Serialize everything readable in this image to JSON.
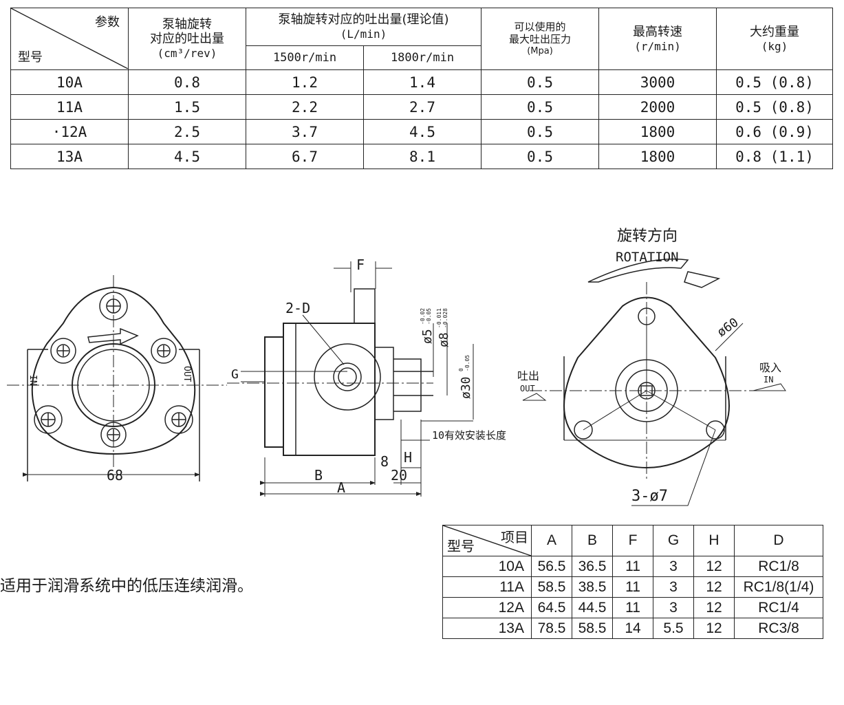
{
  "spec_table": {
    "corner_top": "参数",
    "corner_bottom": "型号",
    "col_displacement": [
      "泵轴旋转",
      "对应的吐出量",
      "(cm³/rev)"
    ],
    "col_output": [
      "泵轴旋转对应的吐出量(理论值)",
      "(L/min)"
    ],
    "col_output_sub": [
      "1500r/min",
      "1800r/min"
    ],
    "col_pressure": [
      "可以使用的",
      "最大吐出压力",
      "(Mpa)"
    ],
    "col_speed": [
      "最高转速",
      "(r/min)"
    ],
    "col_weight": [
      "大约重量",
      "(kg)"
    ],
    "rows": [
      {
        "model": "10A",
        "disp": "0.8",
        "q1500": "1.2",
        "q1800": "1.4",
        "pressure": "0.5",
        "speed": "3000",
        "weight": "0.5 (0.8)"
      },
      {
        "model": "11A",
        "disp": "1.5",
        "q1500": "2.2",
        "q1800": "2.7",
        "pressure": "0.5",
        "speed": "2000",
        "weight": "0.5 (0.8)"
      },
      {
        "model": "·12A",
        "disp": "2.5",
        "q1500": "3.7",
        "q1800": "4.5",
        "pressure": "0.5",
        "speed": "1800",
        "weight": "0.6 (0.9)"
      },
      {
        "model": "13A",
        "disp": "4.5",
        "q1500": "6.7",
        "q1800": "8.1",
        "pressure": "0.5",
        "speed": "1800",
        "weight": "0.8 (1.1)"
      }
    ]
  },
  "drawing": {
    "rotation_cn": "旋转方向",
    "rotation_en": "ROTATION",
    "label_2d": "2-D",
    "label_f": "F",
    "label_g": "G",
    "label_b": "B",
    "label_a": "A",
    "label_h": "H",
    "label_8": "8",
    "label_20": "20",
    "label_68": "68",
    "label_phi5": "ø5",
    "label_phi8": "ø8",
    "label_phi30": "ø30",
    "tol_phi5": [
      "-0.02",
      "-0.05"
    ],
    "tol_phi8": [
      "-0.011",
      "-0.028"
    ],
    "tol_phi30": [
      "0",
      "-0.05"
    ],
    "label_mount": "10有效安装长度",
    "label_phi60": "ø60",
    "label_3phi7": "3-ø7",
    "out_cn": "吐出",
    "out_en": "OUT",
    "in_cn": "吸入",
    "in_en": "IN",
    "port_in": "IN",
    "port_out": "OUT"
  },
  "note": "适用于润滑系统中的低压连续润滑。",
  "dim_table": {
    "corner_top": "项目",
    "corner_bottom": "型号",
    "headers": [
      "A",
      "B",
      "F",
      "G",
      "H",
      "D"
    ],
    "rows": [
      {
        "model": "10A",
        "A": "56.5",
        "B": "36.5",
        "F": "11",
        "G": "3",
        "H": "12",
        "D": "RC1/8"
      },
      {
        "model": "11A",
        "A": "58.5",
        "B": "38.5",
        "F": "11",
        "G": "3",
        "H": "12",
        "D": "RC1/8(1/4)"
      },
      {
        "model": "12A",
        "A": "64.5",
        "B": "44.5",
        "F": "11",
        "G": "3",
        "H": "12",
        "D": "RC1/4"
      },
      {
        "model": "13A",
        "A": "78.5",
        "B": "58.5",
        "F": "14",
        "G": "5.5",
        "H": "12",
        "D": "RC3/8"
      }
    ]
  }
}
